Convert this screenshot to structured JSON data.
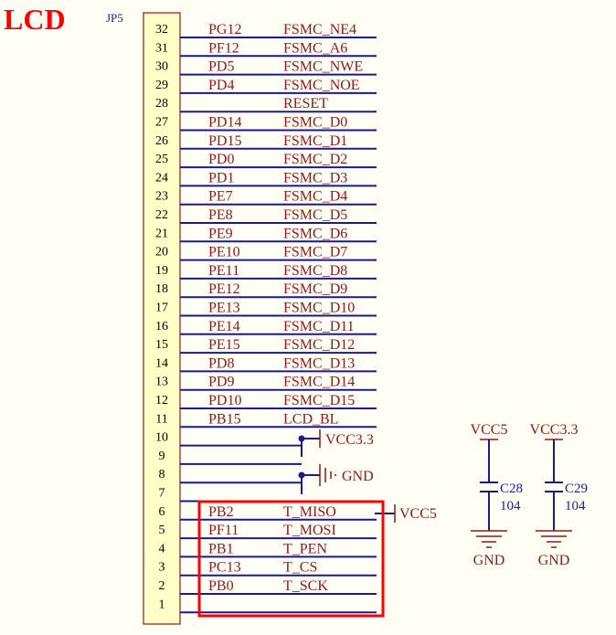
{
  "title": "LCD",
  "connector": {
    "ref": "JP5"
  },
  "pins": [
    {
      "num": "32",
      "port": "PG12",
      "signal": "FSMC_NE4"
    },
    {
      "num": "31",
      "port": "PF12",
      "signal": "FSMC_A6"
    },
    {
      "num": "30",
      "port": "PD5",
      "signal": "FSMC_NWE"
    },
    {
      "num": "29",
      "port": "PD4",
      "signal": "FSMC_NOE"
    },
    {
      "num": "28",
      "port": "",
      "signal": "RESET"
    },
    {
      "num": "27",
      "port": "PD14",
      "signal": "FSMC_D0"
    },
    {
      "num": "26",
      "port": "PD15",
      "signal": "FSMC_D1"
    },
    {
      "num": "25",
      "port": "PD0",
      "signal": "FSMC_D2"
    },
    {
      "num": "24",
      "port": "PD1",
      "signal": "FSMC_D3"
    },
    {
      "num": "23",
      "port": "PE7",
      "signal": "FSMC_D4"
    },
    {
      "num": "22",
      "port": "PE8",
      "signal": "FSMC_D5"
    },
    {
      "num": "21",
      "port": "PE9",
      "signal": "FSMC_D6"
    },
    {
      "num": "20",
      "port": "PE10",
      "signal": "FSMC_D7"
    },
    {
      "num": "19",
      "port": "PE11",
      "signal": "FSMC_D8"
    },
    {
      "num": "18",
      "port": "PE12",
      "signal": "FSMC_D9"
    },
    {
      "num": "17",
      "port": "PE13",
      "signal": "FSMC_D10"
    },
    {
      "num": "16",
      "port": "PE14",
      "signal": "FSMC_D11"
    },
    {
      "num": "15",
      "port": "PE15",
      "signal": "FSMC_D12"
    },
    {
      "num": "14",
      "port": "PD8",
      "signal": "FSMC_D13"
    },
    {
      "num": "13",
      "port": "PD9",
      "signal": "FSMC_D14"
    },
    {
      "num": "12",
      "port": "PD10",
      "signal": "FSMC_D15"
    },
    {
      "num": "11",
      "port": "PB15",
      "signal": "LCD_BL"
    },
    {
      "num": "10",
      "port": "",
      "signal": ""
    },
    {
      "num": "9",
      "port": "",
      "signal": ""
    },
    {
      "num": "8",
      "port": "",
      "signal": ""
    },
    {
      "num": "7",
      "port": "",
      "signal": ""
    },
    {
      "num": "6",
      "port": "PB2",
      "signal": "T_MISO"
    },
    {
      "num": "5",
      "port": "PF11",
      "signal": "T_MOSI"
    },
    {
      "num": "4",
      "port": "PB1",
      "signal": "T_PEN"
    },
    {
      "num": "3",
      "port": "PC13",
      "signal": "T_CS"
    },
    {
      "num": "2",
      "port": "PB0",
      "signal": "T_SCK"
    },
    {
      "num": "1",
      "port": "",
      "signal": ""
    }
  ],
  "power": {
    "vcc33": "VCC3.3",
    "gnd": "GND",
    "vcc5": "VCC5"
  },
  "capacitors": [
    {
      "ref": "C28",
      "value": "104",
      "supply": "VCC5",
      "ground": "GND"
    },
    {
      "ref": "C29",
      "value": "104",
      "supply": "VCC3.3",
      "ground": "GND"
    }
  ],
  "colors": {
    "title": "#ff0000",
    "net_text": "#8b1a1a",
    "wire": "#1a1a8c",
    "connector_fill": "#ffffc8",
    "highlight_box": "#ff0000"
  }
}
